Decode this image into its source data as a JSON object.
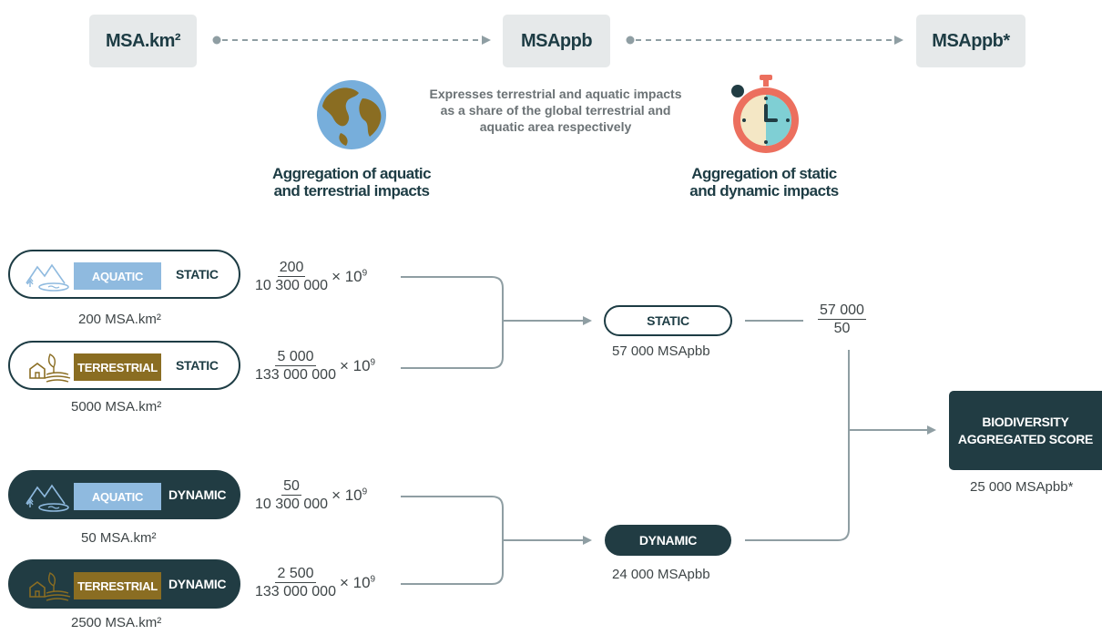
{
  "top": {
    "box1": "MSA.km²",
    "box2": "MSAppb",
    "box3": "MSAppb*"
  },
  "description": "Expresses terrestrial and aquatic impacts as a share of the global terrestrial and aquatic area respectively",
  "aggregation_left": [
    "Aggregation of aquatic",
    "and terrestrial impacts"
  ],
  "aggregation_right": [
    "Aggregation of static",
    "and dynamic impacts"
  ],
  "rows": [
    {
      "tag": "AQUATIC",
      "type": "STATIC",
      "caption": "200 MSA.km²",
      "num": "200",
      "den": "10 300 000"
    },
    {
      "tag": "TERRESTRIAL",
      "type": "STATIC",
      "caption": "5000 MSA.km²",
      "num": "5 000",
      "den": "133 000 000"
    },
    {
      "tag": "AQUATIC",
      "type": "DYNAMIC",
      "caption": "50 MSA.km²",
      "num": "50",
      "den": "10 300 000"
    },
    {
      "tag": "TERRESTRIAL",
      "type": "DYNAMIC",
      "caption": "2500 MSA.km²",
      "num": "2 500",
      "den": "133 000 000"
    }
  ],
  "multiplier": {
    "base": "× 10",
    "exp": "9"
  },
  "static_node": {
    "label": "STATIC",
    "caption": "57 000 MSApbb"
  },
  "dynamic_node": {
    "label": "DYNAMIC",
    "caption": "24 000 MSApbb"
  },
  "divide": {
    "num": "57 000",
    "den": "50"
  },
  "score": {
    "line1": "BIODIVERSITY",
    "line2": "AGGREGATED SCORE",
    "caption": "25 000 MSApbb*"
  },
  "icons": {
    "globe": "globe-icon",
    "stopwatch": "stopwatch-icon",
    "aquatic": "mountain-lake-icon",
    "terrestrial": "farm-field-icon"
  },
  "colors": {
    "dark": "#213c43",
    "aquatic": "#8fbadf",
    "terrestrial": "#8a6d22",
    "connector": "#8f9ea3"
  }
}
